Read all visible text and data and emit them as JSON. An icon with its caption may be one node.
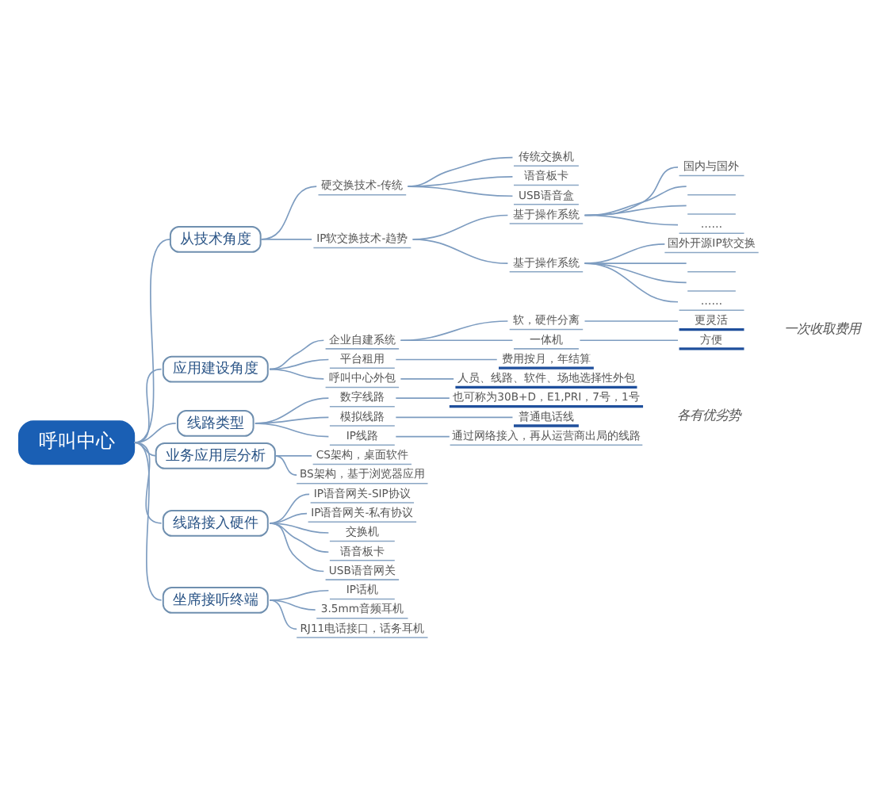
{
  "diagram": {
    "nodes": [
      {
        "text": [
          "呼叫中心"
        ]
      },
      {
        "text": [
          "从技术角度"
        ]
      },
      {
        "text": [
          "硬交换技术-传统"
        ]
      },
      {
        "text": [
          "传统交换机"
        ]
      },
      {
        "text": [
          "语音板卡"
        ]
      },
      {
        "text": [
          "USB语音盒"
        ]
      },
      {
        "text": [
          "IP软交换技术-趋势"
        ]
      },
      {
        "text": [
          "基于操作系统"
        ]
      },
      {
        "text": [
          "国内与国外"
        ]
      },
      {
        "text": [],
        "shape": "line"
      },
      {
        "text": [],
        "shape": "line"
      },
      {
        "text": [
          "……"
        ]
      },
      {
        "text": [
          "基于操作系统"
        ]
      },
      {
        "text": [
          "国外开源IP软交换"
        ]
      },
      {
        "text": [],
        "shape": "line"
      },
      {
        "text": [],
        "shape": "line"
      },
      {
        "text": [
          "……"
        ]
      },
      {
        "text": [
          "应用建设角度"
        ]
      },
      {
        "text": [
          "企业自建系统"
        ]
      },
      {
        "text": [
          "软，硬件分离"
        ]
      },
      {
        "text": [
          "更灵活"
        ]
      },
      {
        "text": [
          "一体机"
        ]
      },
      {
        "text": [
          "方便"
        ]
      },
      {
        "text": [
          "平台租用"
        ]
      },
      {
        "text": [
          "费用按月，年结算"
        ]
      },
      {
        "text": [
          "呼叫中心外包"
        ]
      },
      {
        "text": [
          "人员、线路、软件、场地选择性外包"
        ]
      },
      {
        "text": [
          "线路类型"
        ]
      },
      {
        "text": [
          "数字线路"
        ]
      },
      {
        "text": [
          "也可称为30B+D，E1,PRI，7号，1号"
        ]
      },
      {
        "text": [
          "模拟线路"
        ]
      },
      {
        "text": [
          "普通电话线"
        ]
      },
      {
        "text": [
          "IP线路"
        ]
      },
      {
        "text": [
          "通过网络接入，再从运营商出局的线路"
        ]
      },
      {
        "text": [
          "业务应用层分析"
        ]
      },
      {
        "text": [
          "CS架构，桌面软件"
        ]
      },
      {
        "text": [
          "BS架构，基于浏览器应用"
        ]
      },
      {
        "text": [
          "线路接入硬件"
        ]
      },
      {
        "text": [
          "IP语音网关-SIP协议"
        ]
      },
      {
        "text": [
          "IP语音网关-私有协议"
        ]
      },
      {
        "text": [
          "交换机"
        ]
      },
      {
        "text": [
          "语音板卡"
        ]
      },
      {
        "text": [
          "USB语音网关"
        ]
      },
      {
        "text": [
          "坐席接听终端"
        ]
      },
      {
        "text": [
          "IP话机"
        ]
      },
      {
        "text": [
          "3.5mm音频耳机"
        ]
      },
      {
        "text": [
          "RJ11电话接口，话务耳机"
        ]
      }
    ],
    "edges": [
      {
        "from": 0,
        "to": 1,
        "arrow": "none"
      },
      {
        "from": 1,
        "to": 2,
        "arrow": "none"
      },
      {
        "from": 2,
        "to": 3,
        "arrow": "none"
      },
      {
        "from": 2,
        "to": 4,
        "arrow": "none"
      },
      {
        "from": 2,
        "to": 5,
        "arrow": "none"
      },
      {
        "from": 1,
        "to": 6,
        "arrow": "none"
      },
      {
        "from": 6,
        "to": 7,
        "arrow": "none"
      },
      {
        "from": 7,
        "to": 8,
        "arrow": "none"
      },
      {
        "from": 7,
        "to": 9,
        "arrow": "none"
      },
      {
        "from": 7,
        "to": 10,
        "arrow": "none"
      },
      {
        "from": 7,
        "to": 11,
        "arrow": "none"
      },
      {
        "from": 6,
        "to": 12,
        "arrow": "none"
      },
      {
        "from": 12,
        "to": 13,
        "arrow": "none"
      },
      {
        "from": 12,
        "to": 14,
        "arrow": "none"
      },
      {
        "from": 12,
        "to": 15,
        "arrow": "none"
      },
      {
        "from": 12,
        "to": 16,
        "arrow": "none"
      },
      {
        "from": 0,
        "to": 17,
        "arrow": "none"
      },
      {
        "from": 17,
        "to": 18,
        "arrow": "none"
      },
      {
        "from": 18,
        "to": 19,
        "arrow": "none"
      },
      {
        "from": 19,
        "to": 20,
        "arrow": "none"
      },
      {
        "from": 18,
        "to": 21,
        "arrow": "none"
      },
      {
        "from": 21,
        "to": 22,
        "arrow": "none"
      },
      {
        "from": 17,
        "to": 23,
        "arrow": "none"
      },
      {
        "from": 23,
        "to": 24,
        "arrow": "none"
      },
      {
        "from": 17,
        "to": 25,
        "arrow": "none"
      },
      {
        "from": 25,
        "to": 26,
        "arrow": "none"
      },
      {
        "from": 0,
        "to": 27,
        "arrow": "none"
      },
      {
        "from": 27,
        "to": 28,
        "arrow": "none"
      },
      {
        "from": 28,
        "to": 29,
        "arrow": "none"
      },
      {
        "from": 27,
        "to": 30,
        "arrow": "none"
      },
      {
        "from": 30,
        "to": 31,
        "arrow": "none"
      },
      {
        "from": 27,
        "to": 32,
        "arrow": "none"
      },
      {
        "from": 32,
        "to": 33,
        "arrow": "none"
      },
      {
        "from": 0,
        "to": 34,
        "arrow": "none"
      },
      {
        "from": 34,
        "to": 35,
        "arrow": "none"
      },
      {
        "from": 34,
        "to": 36,
        "arrow": "none"
      },
      {
        "from": 0,
        "to": 37,
        "arrow": "none"
      },
      {
        "from": 37,
        "to": 38,
        "arrow": "none"
      },
      {
        "from": 37,
        "to": 39,
        "arrow": "none"
      },
      {
        "from": 37,
        "to": 40,
        "arrow": "none"
      },
      {
        "from": 37,
        "to": 41,
        "arrow": "none"
      },
      {
        "from": 37,
        "to": 42,
        "arrow": "none"
      },
      {
        "from": 0,
        "to": 43,
        "arrow": "none"
      },
      {
        "from": 43,
        "to": 44,
        "arrow": "none"
      },
      {
        "from": 43,
        "to": 45,
        "arrow": "none"
      },
      {
        "from": 43,
        "to": 46,
        "arrow": "none"
      }
    ],
    "labels": [
      "一次收取费用",
      "各有优劣势"
    ]
  }
}
